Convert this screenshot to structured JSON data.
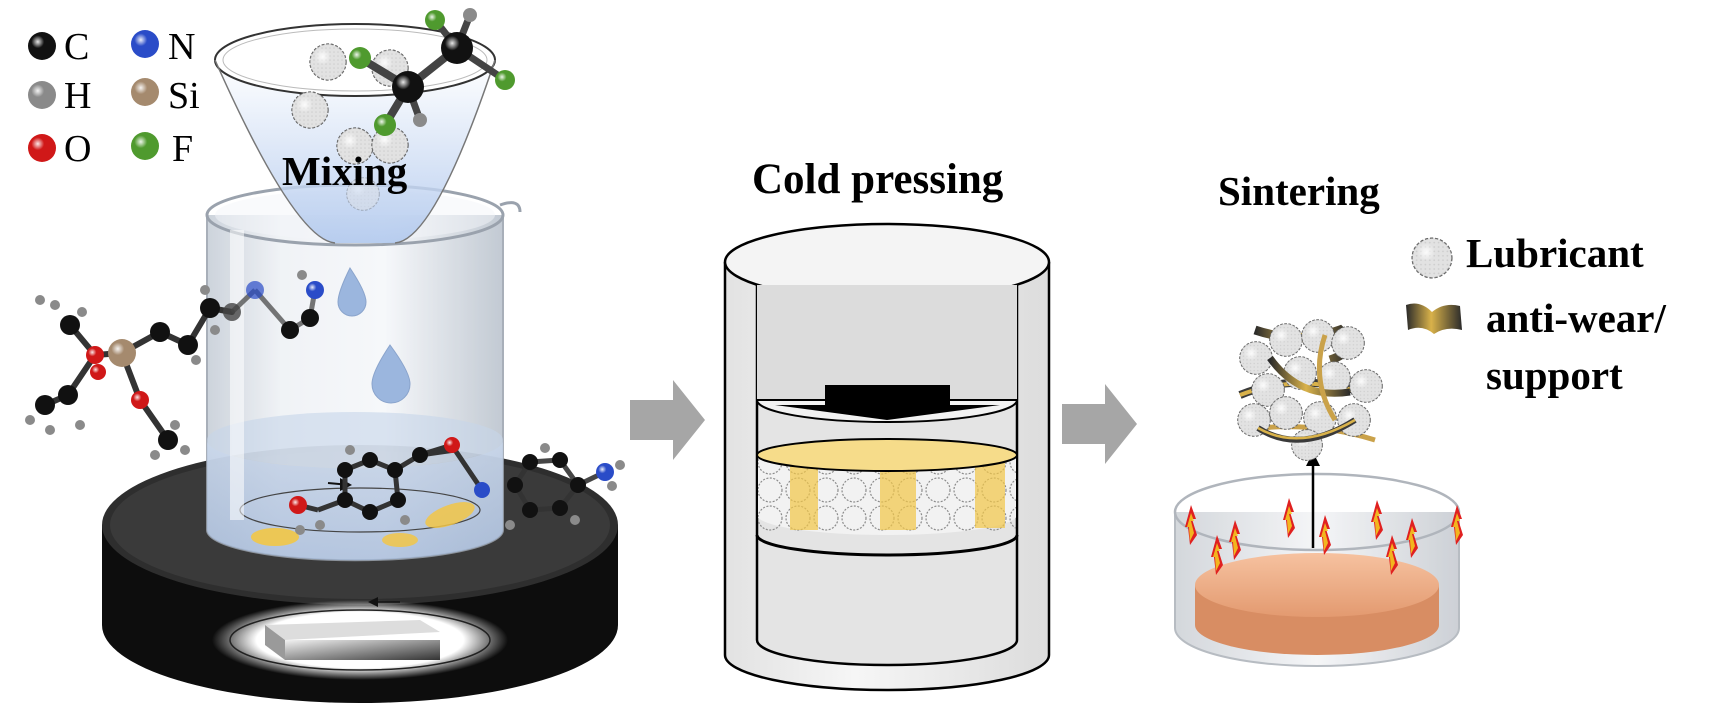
{
  "legend": {
    "atoms": [
      {
        "symbol": "C",
        "color": "#111111"
      },
      {
        "symbol": "N",
        "color": "#2a4cc8"
      },
      {
        "symbol": "H",
        "color": "#8a8a8a"
      },
      {
        "symbol": "Si",
        "color": "#a58a6e"
      },
      {
        "symbol": "O",
        "color": "#d01818"
      },
      {
        "symbol": "F",
        "color": "#4f9a2e"
      }
    ]
  },
  "steps": {
    "mixing": "Mixing",
    "cold_pressing": "Cold pressing",
    "sintering": "Sintering"
  },
  "material_legend": {
    "lubricant": "Lubricant",
    "anti_wear_line1": "anti-wear/",
    "anti_wear_line2": "support"
  },
  "colors": {
    "arrow": "#a6a6a6",
    "stirrer_base": "#111111",
    "glass": "#d7dde4",
    "liquid": "#b9cde8",
    "support_gold": "#f2c646",
    "sintered_disc": "#f0a77c",
    "flame_red": "#e02020",
    "flame_yellow": "#f5d020"
  }
}
